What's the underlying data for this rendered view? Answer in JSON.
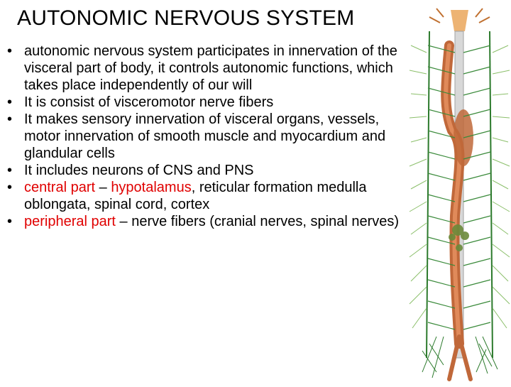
{
  "slide": {
    "title": "AUTONOMIC NERVOUS SYSTEM",
    "bullet_symbol": "•",
    "bullets": [
      {
        "text": "autonomic nervous system participates in innervation of the visceral part of body, it controls autonomic functions, which takes place independently of our will"
      },
      {
        "text": "It is consist of visceromotor nerve fibers"
      },
      {
        "text": "It makes sensory innervation of visceral organs, vessels, motor innervation of smooth muscle and myocardium and glandular cells"
      },
      {
        "text": "It includes neurons of CNS and PNS"
      },
      {
        "highlight1": "central part",
        "dash": " – ",
        "highlight2": "hypotalamus",
        "rest": ", reticular formation medulla oblongata, spinal cord, cortex"
      },
      {
        "highlight1": "peripheral part",
        "rest": " – nerve fibers (cranial nerves, spinal nerves)"
      }
    ]
  },
  "figure": {
    "subject": "autonomic-nervous-system-illustration",
    "colors": {
      "nerve": "#2c7a2c",
      "nerve_light": "#8bbf6a",
      "cord": "#c8c8c8",
      "aorta": "#c0683a",
      "ganglia": "#e8b070",
      "highlight": "#e00000"
    }
  }
}
